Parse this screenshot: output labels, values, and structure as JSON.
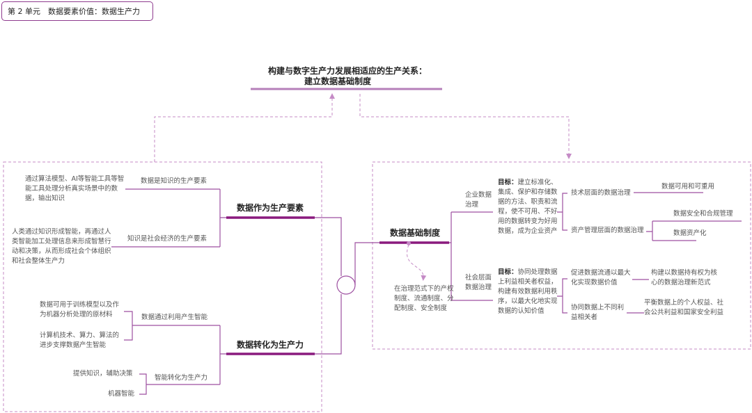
{
  "header": {
    "unit": "第 2 单元　数据要素价值：数据生产力"
  },
  "title": {
    "line1": "构建与数字生产力发展相适应的生产关系：",
    "line2": "建立数据基础制度"
  },
  "left": {
    "factor": {
      "title": "数据作为生产要素",
      "b1": {
        "label": "数据是知识的生产要素",
        "detail": "通过算法模型、AI等智能工具等智能工具处理分析真实场景中的数据，输出知识"
      },
      "b2": {
        "label": "知识是社会经济的生产要素",
        "detail": "人类通过知识形成智能，再通过人类智能加工处理信息来形成智慧行动和决策，从而形成社会个体组织和社会整体生产力"
      }
    },
    "productivity": {
      "title": "数据转化为生产力",
      "b1": {
        "label": "数据通过利用产生智能",
        "d1": "数据可用于训练模型以及作为机器分析处理的原材料",
        "d2": "计算机技术、算力、算法的进步支撑数据产生智能"
      },
      "b2": {
        "label": "智能转化为生产力",
        "d1": "提供知识，辅助决策",
        "d2": "机器智能"
      }
    }
  },
  "right": {
    "title": "数据基础制度",
    "note": "在治理范式下的产权制度、流通制度、分配制度、安全制度",
    "enterprise": {
      "label": "企业数据治理",
      "goal_label": "目标：",
      "goal": "建立标准化、集成、保护和存储数据的方法、职责和流程，使不可用、不好用的数据转变为好用数据，成为企业资产",
      "tech": {
        "label": "技术层面的数据治理",
        "item": "数据可用和可重用"
      },
      "asset": {
        "label": "资产管理层面的数据治理",
        "item1": "数据安全和合规管理",
        "item2": "数据资产化"
      }
    },
    "society": {
      "label": "社会层面数据治理",
      "goal_label": "目标：",
      "goal": "协同处理数据上利益相关者权益，构建有效数据利用秩序，以最大化地实现数据的认知价值",
      "flow": {
        "label": "促进数据流通以最大化实现数据价值",
        "item": "构建以数据持有权为核心的数据治理新范式"
      },
      "stake": {
        "label": "协同数据上不同利益相关者",
        "item": "平衡数据上的个人权益、社会公共利益和国家安全利益"
      }
    }
  },
  "colors": {
    "line": "#9d4fa0",
    "bar": "#8a1a7e",
    "dash": "#c58bc6"
  }
}
